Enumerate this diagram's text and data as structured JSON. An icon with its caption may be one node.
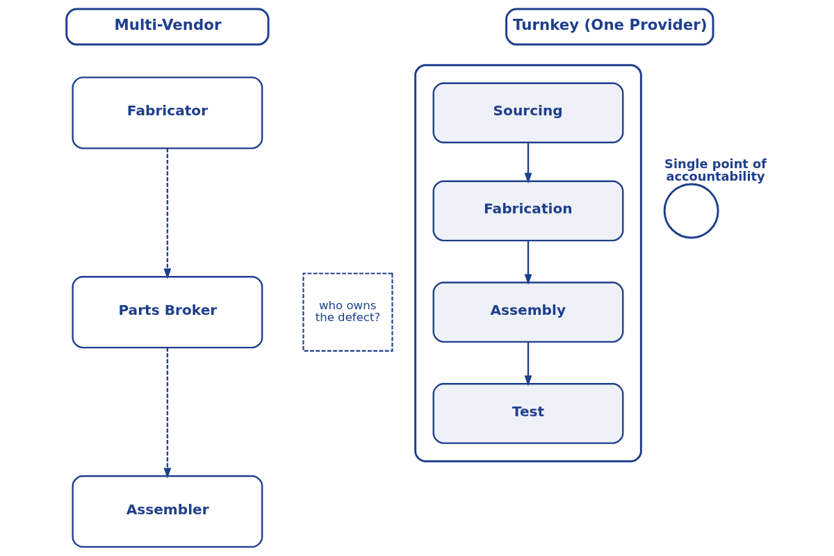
{
  "diagram": {
    "nodes": [
      {
        "text": [
          "Multi-Vendor"
        ]
      },
      {
        "text": [
          "Fabricator"
        ]
      },
      {
        "text": [
          "Parts Broker"
        ]
      },
      {
        "text": [
          "who owns the defect?"
        ]
      },
      {
        "text": [
          "Assembler"
        ]
      },
      {
        "text": [
          "Turnkey (One Provider)"
        ]
      },
      {
        "text": [],
        "shape": "box"
      },
      {
        "text": [
          "Sourcing"
        ],
        "in": 6
      },
      {
        "text": [
          "Fabrication"
        ],
        "in": 6
      },
      {
        "text": [
          "Assembly"
        ],
        "in": 6
      },
      {
        "text": [
          "Test"
        ],
        "in": 6
      },
      {
        "text": [],
        "shape": "circle",
        "beside": [
          "Single point of accountability"
        ]
      }
    ],
    "edges": [
      {
        "from": 1,
        "to": 2,
        "arrow": "to",
        "style": "dashed"
      },
      {
        "from": 2,
        "to": 4,
        "arrow": "to",
        "style": "dashed"
      },
      {
        "from": 7,
        "to": 8,
        "arrow": "to"
      },
      {
        "from": 8,
        "to": 9,
        "arrow": "to"
      },
      {
        "from": 9,
        "to": 10,
        "arrow": "to"
      }
    ]
  }
}
